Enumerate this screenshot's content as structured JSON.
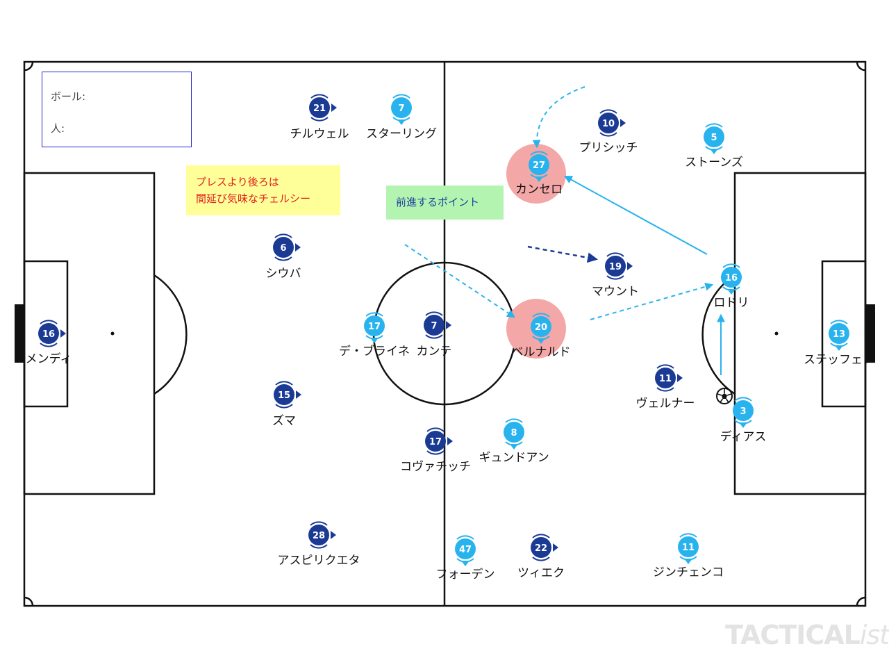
{
  "legend": {
    "ball_label": "ボール:",
    "person_label": "人:",
    "ball_color": "#e0102f",
    "person_color": "#e0102f"
  },
  "notes": {
    "press_line1": "プレスより後ろは",
    "press_line2": "間延び気味なチェルシー",
    "advance": "前進するポイント"
  },
  "watermark": {
    "main": "TACTICAL",
    "italic": "ista"
  },
  "colors": {
    "chelsea": "#1a3a94",
    "city": "#29b3ee",
    "highlight": "#f4a7a7",
    "pitch_line": "#111111"
  },
  "players": [
    {
      "team": "chelsea",
      "number": "21",
      "name": "チルウェル"
    },
    {
      "team": "city",
      "number": "7",
      "name": "スターリング"
    },
    {
      "team": "chelsea",
      "number": "10",
      "name": "プリシッチ"
    },
    {
      "team": "city",
      "number": "5",
      "name": "ストーンズ"
    },
    {
      "team": "city",
      "number": "27",
      "name": "カンセロ",
      "highlight": true
    },
    {
      "team": "chelsea",
      "number": "6",
      "name": "シウバ"
    },
    {
      "team": "chelsea",
      "number": "19",
      "name": "マウント"
    },
    {
      "team": "city",
      "number": "16",
      "name": "ロドリ"
    },
    {
      "team": "chelsea",
      "number": "16",
      "name": "メンディ"
    },
    {
      "team": "city",
      "number": "17",
      "name": "デ・ブライネ"
    },
    {
      "team": "chelsea",
      "number": "7",
      "name": "カンテ"
    },
    {
      "team": "city",
      "number": "20",
      "name": "ベルナルド",
      "highlight": true
    },
    {
      "team": "city",
      "number": "13",
      "name": "ステッフェン"
    },
    {
      "team": "chelsea",
      "number": "11",
      "name": "ヴェルナー"
    },
    {
      "team": "city",
      "number": "3",
      "name": "ディアス"
    },
    {
      "team": "chelsea",
      "number": "15",
      "name": "ズマ"
    },
    {
      "team": "chelsea",
      "number": "17",
      "name": "コヴァチッチ"
    },
    {
      "team": "city",
      "number": "8",
      "name": "ギュンドアン"
    },
    {
      "team": "chelsea",
      "number": "28",
      "name": "アスピリクエタ"
    },
    {
      "team": "city",
      "number": "47",
      "name": "フォーデン"
    },
    {
      "team": "chelsea",
      "number": "22",
      "name": "ツィエク"
    },
    {
      "team": "city",
      "number": "11",
      "name": "ジンチェンコ"
    }
  ]
}
